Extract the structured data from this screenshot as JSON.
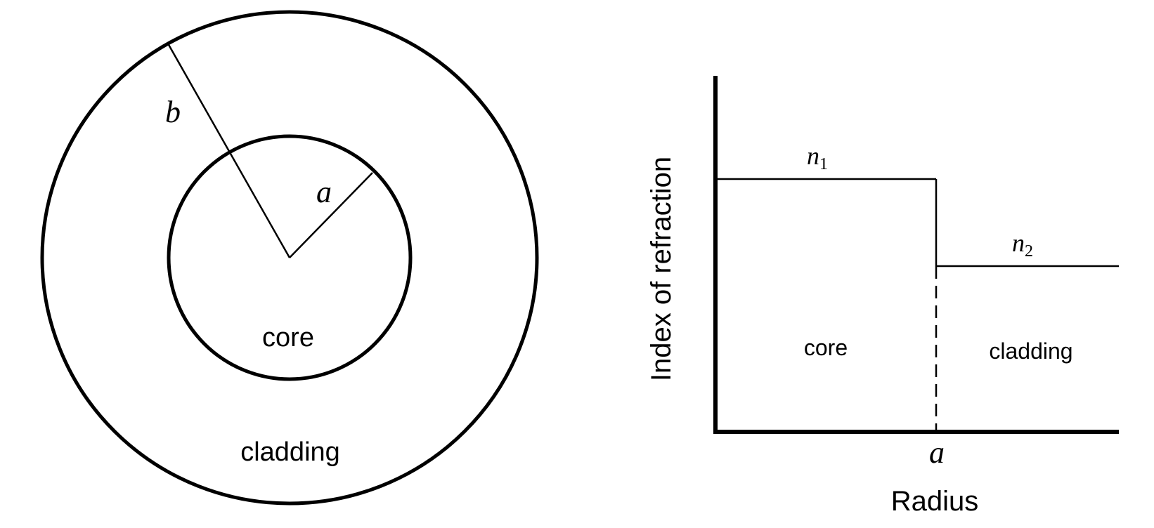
{
  "cross_section": {
    "core_label": "core",
    "cladding_label": "cladding",
    "core_radius_symbol": "a",
    "cladding_radius_symbol": "b"
  },
  "index_profile": {
    "y_axis_label": "Index of refraction",
    "x_axis_label": "Radius",
    "x_marker_symbol": "a",
    "core_index": {
      "base": "n",
      "sub": "1"
    },
    "cladding_index": {
      "base": "n",
      "sub": "2"
    },
    "core_label": "core",
    "cladding_label": "cladding"
  }
}
